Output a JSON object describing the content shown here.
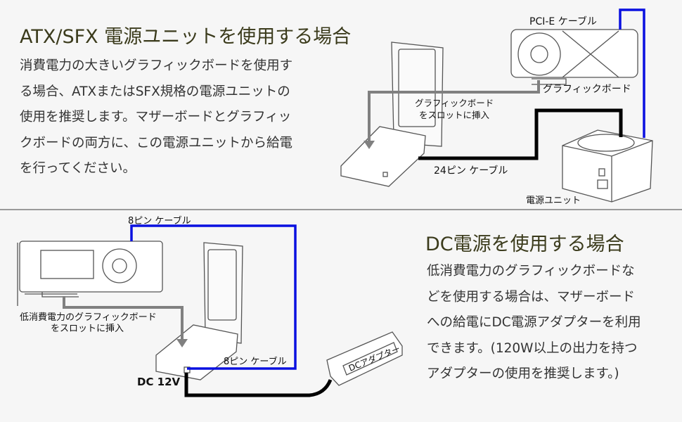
{
  "atx_section": {
    "title": "ATX/SFX 電源ユニットを使用する場合",
    "lines": [
      "消費電力の大きいグラフィックボードを使用す",
      "る場合、ATXまたはSFX規格の電源ユニットの",
      "使用を推奨します。マザーボードとグラフィッ",
      "クボードの両方に、この電源ユニットから給電",
      "を行ってください。"
    ],
    "labels": {
      "pcie_cable": "PCI-E ケーブル",
      "graphics_board": "グラフィックボード",
      "insert_line1": "グラフィックボード",
      "insert_line2": "をスロットに挿入",
      "cable_24pin": "24ピン ケーブル",
      "psu": "電源ユニット"
    }
  },
  "dc_section": {
    "title": "DC電源を使用する場合",
    "lines": [
      "低消費電力のグラフィックボードな",
      "どを使用する場合は、マザーボード",
      "への給電にDC電源アダプターを利用",
      "できます。(120W以上の出力を持つ",
      "アダプターの使用を推奨します。)"
    ],
    "labels": {
      "cable_8pin_top": "8ピン ケーブル",
      "insert_line1": "低消費電力のグラフィックボード",
      "insert_line2": "をスロットに挿入",
      "cable_8pin_bottom": "8ピン ケーブル",
      "dc12v": "DC 12V",
      "adapter": "DCアダプター"
    }
  },
  "colors": {
    "title": "#3b3b1c",
    "pcie_cable": "#0a10e0",
    "power_cable": "#000000",
    "insert_arrow": "#808080"
  }
}
